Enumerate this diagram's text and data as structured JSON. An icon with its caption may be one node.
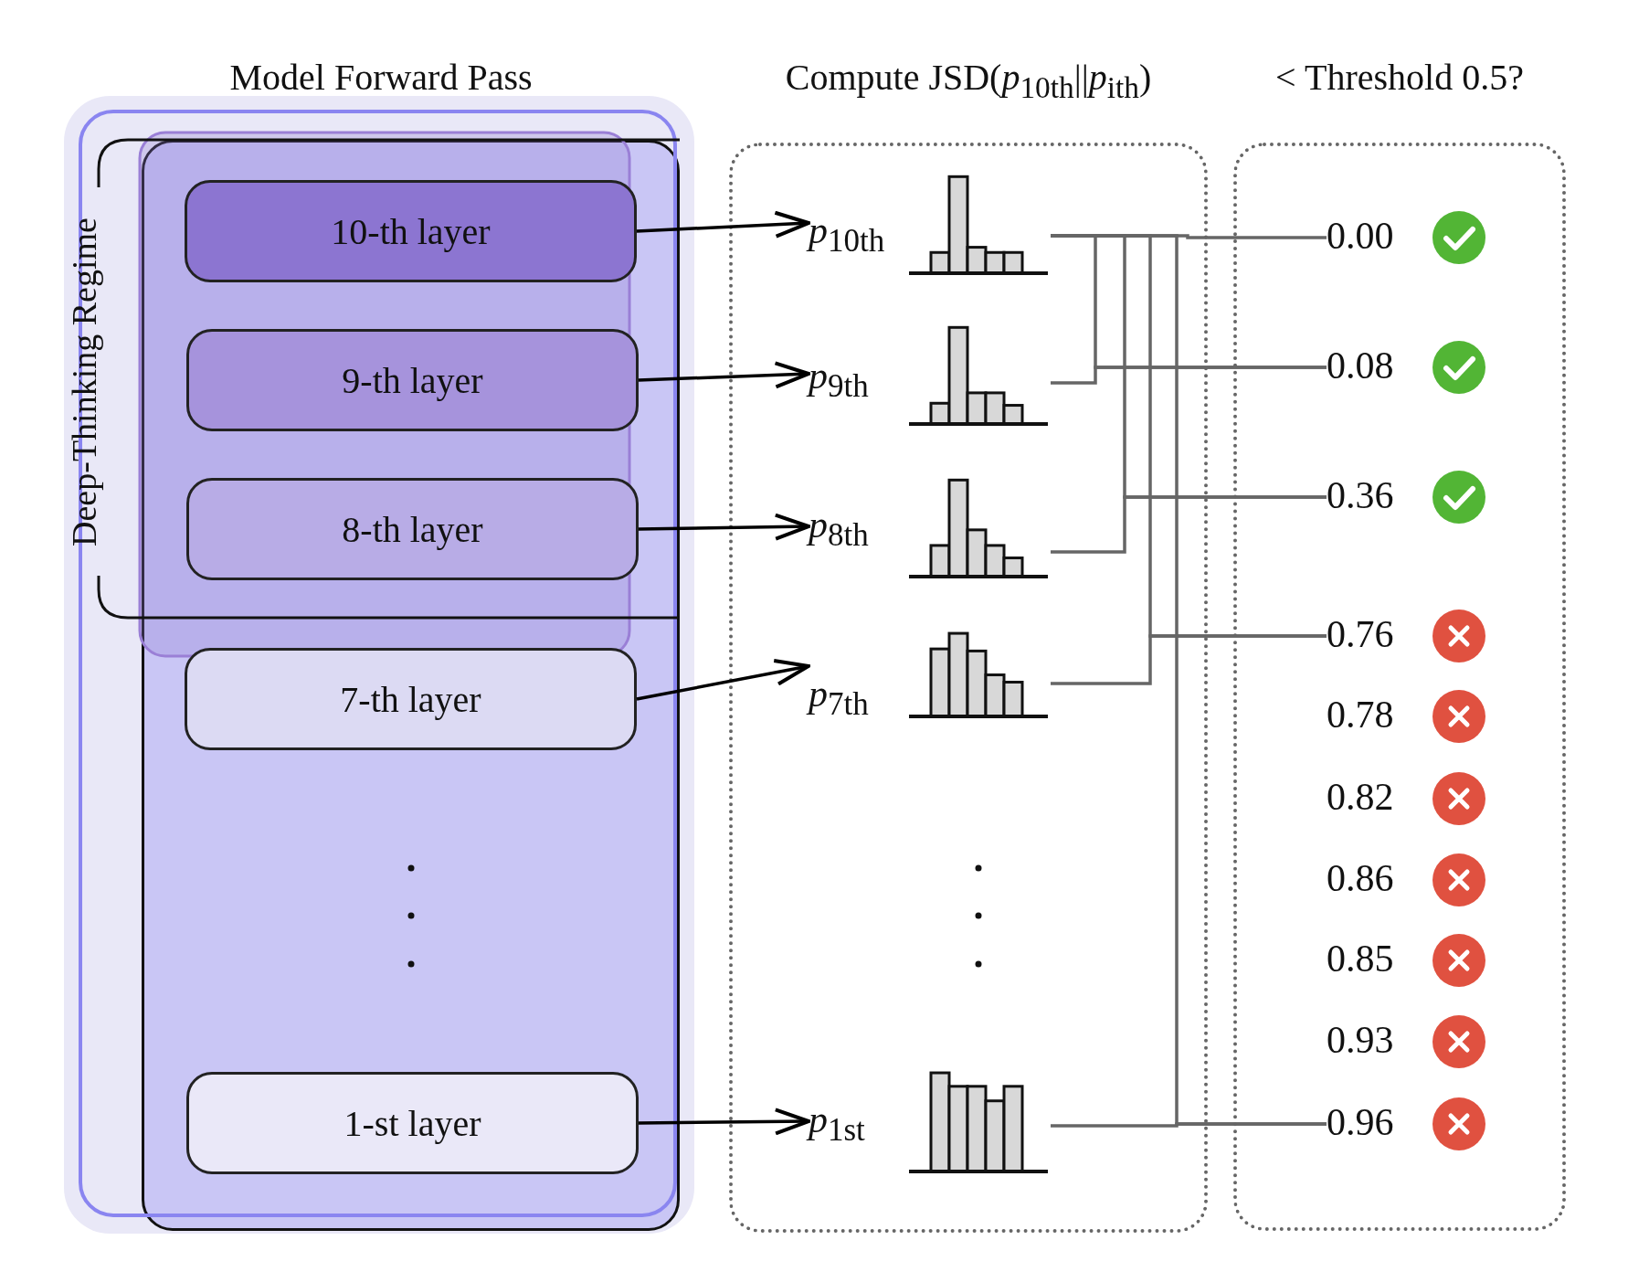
{
  "diagram": {
    "nodes": [
      {
        "text": [
          "Model Forward Pass"
        ]
      },
      {
        "text": [
          "10-th layer"
        ],
        "in": 0
      },
      {
        "text": [
          "9-th layer"
        ],
        "in": 0
      },
      {
        "text": [
          "8-th layer"
        ],
        "in": 0
      },
      {
        "text": [
          "7-th layer"
        ],
        "in": 0
      },
      {
        "text": [
          "1-st layer"
        ],
        "in": 0
      },
      {
        "text": [
          "Compute JSD(*p*$_{10th}$||*p*$_{ith}$)"
        ]
      },
      {
        "text": [
          "*p*$_{10th}$"
        ],
        "in": 6
      },
      {
        "text": [
          "*p*$_{9th}$"
        ],
        "in": 6
      },
      {
        "text": [
          "*p*$_{8th}$"
        ],
        "in": 6
      },
      {
        "text": [
          "*p*$_{7th}$"
        ],
        "in": 6
      },
      {
        "text": [
          "*p*$_{1st}$"
        ],
        "in": 6
      },
      {
        "text": [
          "< Threshold 0.5?"
        ]
      },
      {
        "text": [
          "0.00"
        ],
        "in": 12
      },
      {
        "text": [
          "0.08"
        ],
        "in": 12
      },
      {
        "text": [
          "0.36"
        ],
        "in": 12
      },
      {
        "text": [
          "0.76"
        ],
        "in": 12
      },
      {
        "text": [
          "0.78"
        ],
        "in": 12
      },
      {
        "text": [
          "0.82"
        ],
        "in": 12
      },
      {
        "text": [
          "0.86"
        ],
        "in": 12
      },
      {
        "text": [
          "0.85"
        ],
        "in": 12
      },
      {
        "text": [
          "0.93"
        ],
        "in": 12
      },
      {
        "text": [
          "0.96"
        ],
        "in": 12
      }
    ],
    "edges": [
      {
        "from": 1,
        "to": 7,
        "arrow": "to",
        "color": "#000000"
      },
      {
        "from": 2,
        "to": 8,
        "arrow": "to",
        "color": "#000000"
      },
      {
        "from": 3,
        "to": 9,
        "arrow": "to",
        "color": "#000000"
      },
      {
        "from": 4,
        "to": 10,
        "arrow": "to",
        "color": "#000000"
      },
      {
        "from": 5,
        "to": 11,
        "arrow": "to",
        "color": "#000000"
      },
      {
        "from": 7,
        "to": 13,
        "arrow": "none"
      },
      {
        "from": 8,
        "to": 14,
        "arrow": "none"
      },
      {
        "from": 7,
        "to": 14,
        "arrow": "none"
      },
      {
        "from": 9,
        "to": 15,
        "arrow": "none"
      },
      {
        "from": 7,
        "to": 15,
        "arrow": "none"
      },
      {
        "from": 10,
        "to": 16,
        "arrow": "none"
      },
      {
        "from": 7,
        "to": 16,
        "arrow": "none"
      },
      {
        "from": 11,
        "to": 22,
        "arrow": "none"
      },
      {
        "from": 7,
        "to": 22,
        "arrow": "none"
      }
    ],
    "labels": [
      "Deep-Thinking Regime"
    ]
  }
}
